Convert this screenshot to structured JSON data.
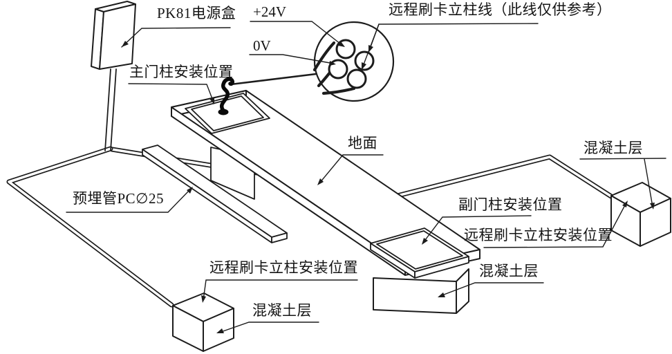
{
  "figure": {
    "kind": "installation-diagram",
    "background_color": "#ffffff",
    "line_color": "#1c1c1c",
    "cable_color": "#0a0a0a"
  },
  "labels": {
    "power_box": {
      "text": "PK81电源盒"
    },
    "plus_24v": {
      "text": "+24V"
    },
    "zero_v": {
      "text": "0V"
    },
    "remote_reader_cable": {
      "text": "远程刷卡立柱线（此线仅供参考）"
    },
    "main_gate_post": {
      "text": "主门柱安装位置"
    },
    "ground": {
      "text": "地面"
    },
    "embedded_pipe": {
      "text": "预埋管PC∅25"
    },
    "aux_gate_post": {
      "text": "副门柱安装位置"
    },
    "remote_reader_post_right": {
      "text": "远程刷卡立柱安装位置"
    },
    "concrete_layer_right": {
      "text": "混凝土层"
    },
    "concrete_layer_middle": {
      "text": "混凝土层"
    },
    "remote_reader_post_left": {
      "text": "远程刷卡立柱安装位置"
    },
    "concrete_layer_left": {
      "text": "混凝土层"
    }
  }
}
